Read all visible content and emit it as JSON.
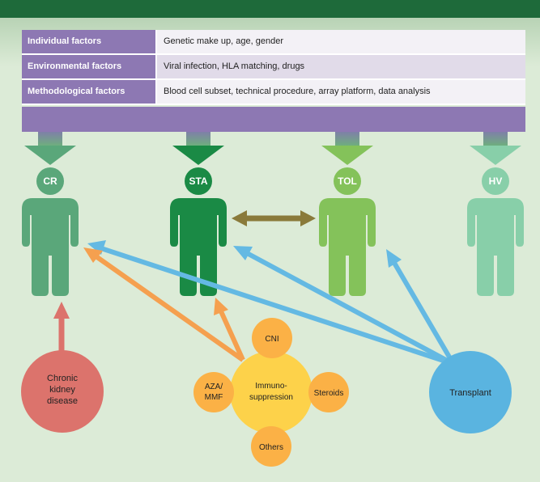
{
  "factors": [
    {
      "label": "Individual factors",
      "value": "Genetic make up, age, gender"
    },
    {
      "label": "Environmental factors",
      "value": "Viral infection, HLA matching, drugs"
    },
    {
      "label": "Methodological factors",
      "value": "Blood cell subset, technical procedure, array platform, data analysis"
    }
  ],
  "groups": [
    {
      "code": "CR",
      "color": "#5aa77a"
    },
    {
      "code": "STA",
      "color": "#1a8a45"
    },
    {
      "code": "TOL",
      "color": "#84c25a"
    },
    {
      "code": "HV",
      "color": "#88cfa9"
    }
  ],
  "causes": {
    "ckd": {
      "label_lines": [
        "Chronic",
        "kidney",
        "disease"
      ],
      "color": "#dc736c"
    },
    "immuno": {
      "label_lines": [
        "Immuno-",
        "suppression"
      ],
      "color": "#fdd24a"
    },
    "cni": {
      "label": "CNI",
      "color": "#fbb146"
    },
    "aza": {
      "label_lines": [
        "AZA/",
        "MMF"
      ],
      "color": "#fbb146"
    },
    "steroids": {
      "label": "Steroids",
      "color": "#fbb146"
    },
    "others": {
      "label": "Others",
      "color": "#fbb146"
    },
    "transplant": {
      "label": "Transplant",
      "color": "#5ab4e0"
    }
  },
  "arrow_colors": {
    "ckd": "#dc736c",
    "immuno": "#f5a04f",
    "transplant": "#64b9e3",
    "bidirectional": "#8a7a3a"
  }
}
